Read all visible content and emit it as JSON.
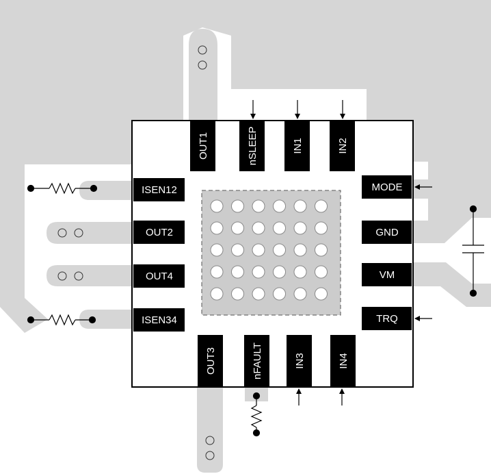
{
  "colors": {
    "copper": "#d6d6d6",
    "pad": "#000000",
    "pad_text": "#ffffff",
    "package_fill": "#ffffff",
    "thermal_pad": "#cccccc",
    "via_fill": "#ffffff",
    "via_stroke": "#888888",
    "wire": "#000000"
  },
  "pins": {
    "top": [
      "OUT1",
      "nSLEEP",
      "IN1",
      "IN2"
    ],
    "left": [
      "ISEN12",
      "OUT2",
      "OUT4",
      "ISEN34"
    ],
    "right": [
      "MODE",
      "GND",
      "VM",
      "TRQ"
    ],
    "bottom": [
      "OUT3",
      "nFAULT",
      "IN3",
      "IN4"
    ]
  },
  "thermal_vias": {
    "rows": 5,
    "cols": 6
  },
  "components": [
    "sense-resistor-isen12",
    "sense-resistor-isen34",
    "pullup-resistor-nfault",
    "bypass-capacitor-vm"
  ]
}
